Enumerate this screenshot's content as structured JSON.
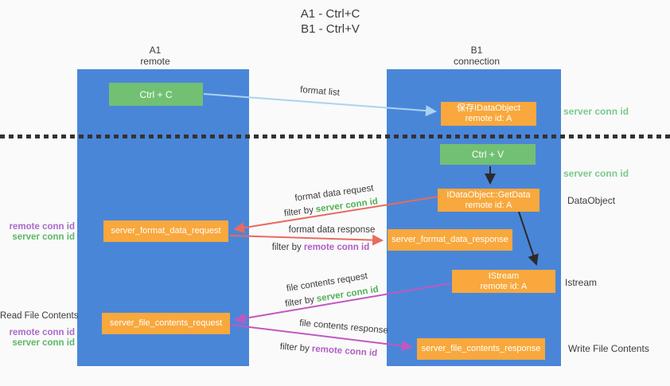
{
  "title": {
    "line1": "A1 - Ctrl+C",
    "line2": "B1 - Ctrl+V"
  },
  "lanes": {
    "left": {
      "name": "A1",
      "role": "remote"
    },
    "right": {
      "name": "B1",
      "role": "connection"
    }
  },
  "nodes": {
    "ctrl_c": {
      "label": "Ctrl + C"
    },
    "save_idataobject": {
      "line1": "保存IDataObject",
      "line2": "remote id: A"
    },
    "ctrl_v": {
      "label": "Ctrl + V"
    },
    "getdata": {
      "line1": "IDataObject::GetData",
      "line2": "remote id: A"
    },
    "format_request": {
      "label": "server_format_data_request"
    },
    "format_response": {
      "label": "server_format_data_response"
    },
    "istream": {
      "line1": "IStream",
      "line2": "remote id: A"
    },
    "file_request": {
      "label": "server_file_contents_request"
    },
    "file_response": {
      "label": "server_file_contents_response"
    }
  },
  "right_labels": {
    "server_conn_id_1": "server conn id",
    "server_conn_id_2": "server conn id",
    "dataobject": "DataObject",
    "istream": "Istream",
    "write_file_contents": "Write File Contents"
  },
  "left_labels": {
    "remote_conn_id_1": "remote conn id",
    "server_conn_id_1": "server conn id",
    "read_file_contents": "Read File Contents",
    "remote_conn_id_2": "remote conn id",
    "server_conn_id_2": "server conn id"
  },
  "edge_labels": {
    "format_list": "format list",
    "fmt_req": "format data request",
    "fmt_req_filter_prefix": "filter by",
    "fmt_req_filter_key": "server conn id",
    "fmt_resp": "format data response",
    "fmt_resp_filter_prefix": "filter by",
    "fmt_resp_filter_key": "remote conn id",
    "file_req": "file contents request",
    "file_req_filter_prefix": "filter by",
    "file_req_filter_key": "server conn id",
    "file_resp": "file contents response",
    "file_resp_filter_prefix": "filter by",
    "file_resp_filter_key": "remote conn id"
  },
  "colors": {
    "lane_blue": "#4a86d8",
    "box_green": "#72c073",
    "box_orange": "#f8a83c",
    "label_green": "#5cb767",
    "label_green_light": "#7cc98a",
    "label_purple": "#a96ac8",
    "arrow_red": "#ea6a5f",
    "arrow_magenta": "#c158c1",
    "arrow_light_blue": "#a9d4f0",
    "arrow_black": "#2b2b2b",
    "text_dark": "#3b3b3b"
  }
}
